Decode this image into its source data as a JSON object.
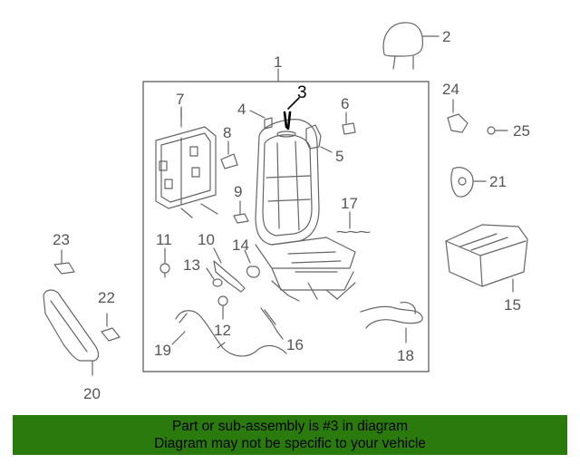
{
  "callouts": {
    "c1": "1",
    "c2": "2",
    "c3": "3",
    "c4": "4",
    "c5": "5",
    "c6": "6",
    "c7": "7",
    "c8": "8",
    "c9": "9",
    "c10": "10",
    "c11": "11",
    "c12": "12",
    "c13": "13",
    "c14": "14",
    "c15": "15",
    "c16": "16",
    "c17": "17",
    "c18": "18",
    "c19": "19",
    "c20": "20",
    "c21": "21",
    "c22": "22",
    "c23": "23",
    "c24": "24",
    "c25": "25"
  },
  "highlighted_part": "3",
  "banner": {
    "line1": "Part or sub-assembly is #3 in diagram",
    "line2": "Diagram may not be specific to your vehicle"
  },
  "colors": {
    "banner_bg": "#2a7a0e",
    "line": "#666666",
    "highlight": "#000000"
  }
}
